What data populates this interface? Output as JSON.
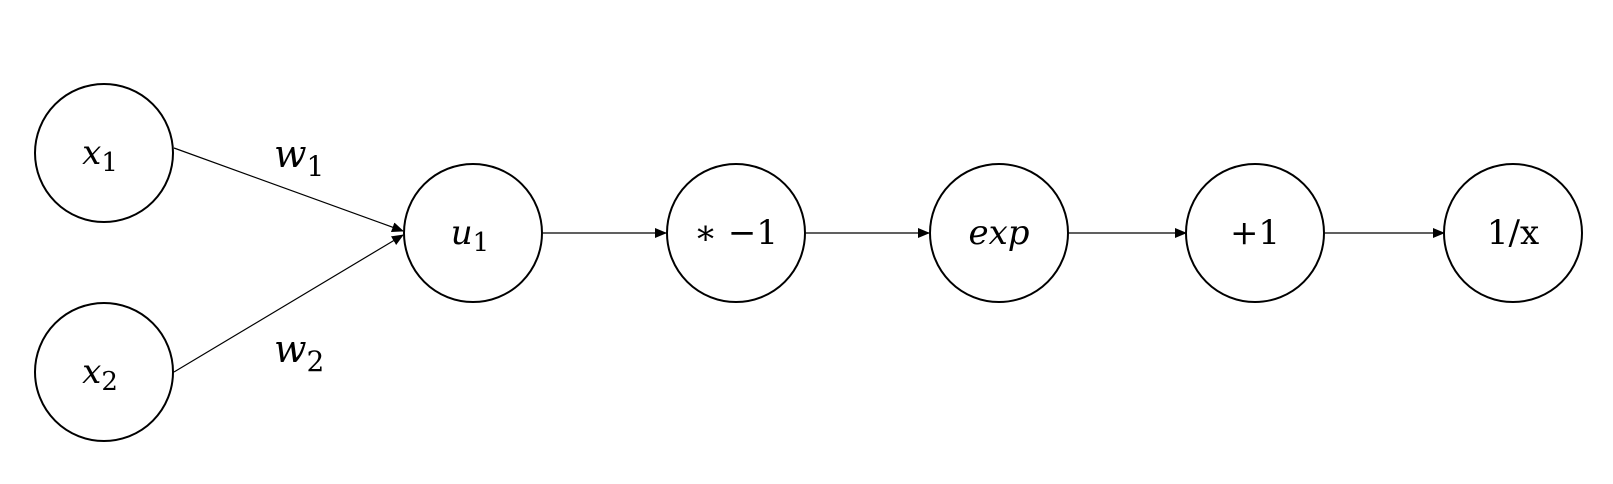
{
  "nodes": {
    "x1": {
      "main": "x",
      "sub": "1"
    },
    "x2": {
      "main": "x",
      "sub": "2"
    },
    "u1": {
      "main": "u",
      "sub": "1"
    },
    "neg": {
      "label": "∗ −1"
    },
    "exp": {
      "label": "exp"
    },
    "plus1": {
      "label": "+1"
    },
    "recip": {
      "label": "1/x"
    }
  },
  "weights": {
    "w1": {
      "main": "w",
      "sub": "1"
    },
    "w2": {
      "main": "w",
      "sub": "2"
    }
  },
  "colors": {
    "stroke": "#000000",
    "background": "#ffffff"
  }
}
